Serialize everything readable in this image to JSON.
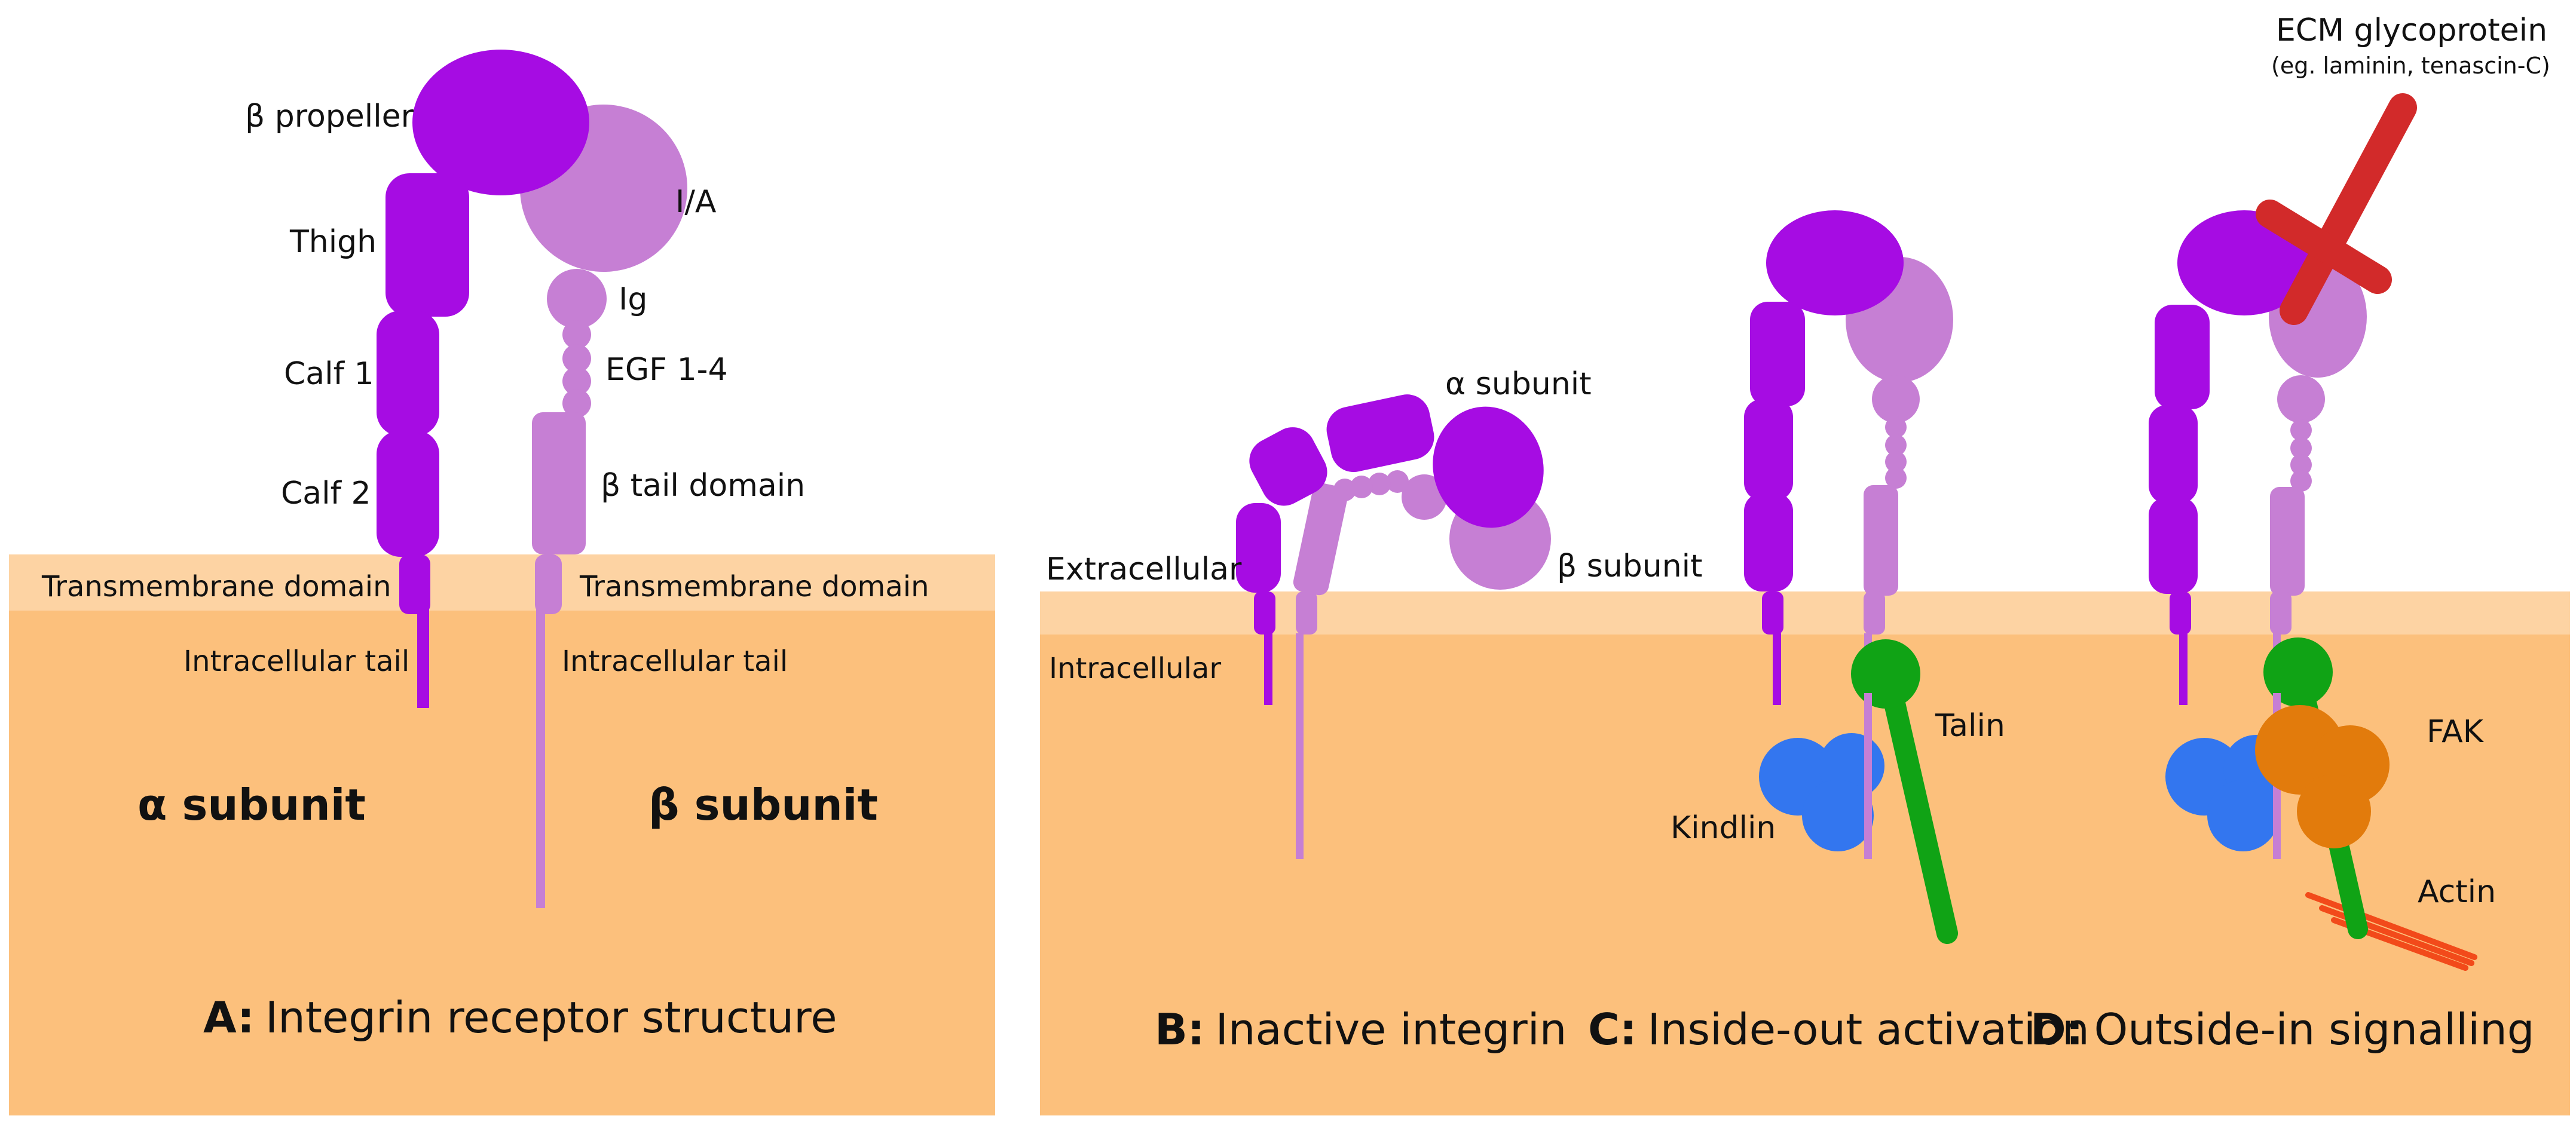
{
  "colors": {
    "alpha": "#a60ce3",
    "beta": "#c67fd4",
    "membrane": "#fdd3a3",
    "cytoplasm": "#fcc07c",
    "talin": "#10a315",
    "kindlin": "#3376ef",
    "fak": "#e27b0c",
    "ecm": "#d22a2a",
    "actin": "#f24a1a"
  },
  "panel_a": {
    "labels": {
      "beta_propeller": "β propeller",
      "thigh": "Thigh",
      "calf1": "Calf 1",
      "calf2": "Calf 2",
      "ia": "I/A",
      "ig": "Ig",
      "egf": "EGF 1-4",
      "beta_tail": "β tail domain",
      "tm_left": "Transmembrane domain",
      "tm_right": "Transmembrane domain",
      "ic_left": "Intracellular tail",
      "ic_right": "Intracellular tail",
      "alpha_subunit": "α subunit",
      "beta_subunit": "β subunit"
    },
    "caption_prefix": "A:",
    "caption_text": "Integrin receptor structure"
  },
  "panel_b": {
    "labels": {
      "extracellular": "Extracellular",
      "intracellular": "Intracellular",
      "alpha_subunit": "α subunit",
      "beta_subunit": "β subunit"
    },
    "caption_prefix": "B:",
    "caption_text": "Inactive integrin"
  },
  "panel_c": {
    "labels": {
      "talin": "Talin",
      "kindlin": "Kindlin"
    },
    "caption_prefix": "C:",
    "caption_text": "Inside-out activation"
  },
  "panel_d": {
    "labels": {
      "ecm_title": "ECM glycoprotein",
      "ecm_sub": "(eg. laminin, tenascin-C)",
      "fak": "FAK",
      "actin": "Actin"
    },
    "caption_prefix": "D:",
    "caption_text": "Outside-in signalling"
  }
}
